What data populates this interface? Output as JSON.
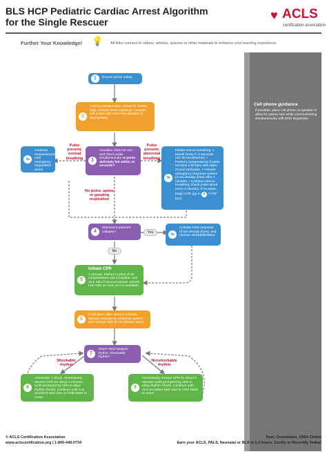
{
  "header": {
    "title_line1": "BLS HCP Pediatric Cardiac Arrest Algorithm",
    "title_line2": "for the Single Rescuer",
    "logo_text": "ACLS",
    "logo_sub": "certification association"
  },
  "further": {
    "label": "Further Your Knowledge!",
    "text": "All links connect to videos, articles, quizzes or other materials to enhance your learning experience."
  },
  "sidebar": {
    "title": "Cell phone guidance",
    "body": "If possible, place cell phone on speaker to allow for parent care while communicating simultaneously with EMS dispatcher."
  },
  "steps": {
    "s1": {
      "num": "1",
      "text": "Ensure scene safety."
    },
    "s2": {
      "num": "2",
      "text": "Child is unresponsive. Shout for nearby help. Activate EMS response, consider cell phone with hand free speaker (if appropriate)."
    },
    "s3": {
      "num": "3",
      "text_a": "Visualize chest for rise and check pulse simultaneously. ",
      "text_b": "Is pulse definitely felt within 10 seconds?"
    },
    "s3a": {
      "num": "3a",
      "text": "Continue reassessment until emergency responders arrive."
    },
    "s3b": {
      "num": "3b",
      "text_a": "Initiate rescue breathing: 1 breath every 2–3 seconds (20–30 breaths/min). • Perform compressions if pulse remains ≤ 60 bpm with signs of poor perfusion. • Activate emergency response system (if not already done) after 2 minutes. • Continue rescue breathing; check pulse about every 2 minutes. If no pulse, begin ",
      "text_b": "CPR (go to ",
      "circle": "5",
      "text_c": "\"CPR\" box)."
    },
    "s4": {
      "num": "4",
      "text": "Witnessed patient's collapse?"
    },
    "s4a": {
      "num": "4a",
      "text": "Activate EMS response (if not already done), and retrieve AED/defibrillator."
    },
    "s5": {
      "num": "5",
      "title": "Initiate CPR",
      "text": "1 rescuer: Perform cycles of 30 compressions and 2 breaths. Use 15:2 ratio if second rescuer arrives. Use AED as soon as it is available."
    },
    "s6": {
      "num": "6",
      "text": "If still alone after about 2 minutes, activate emergency response system and retrieve AED (if not already done)."
    },
    "s7": {
      "num": "7",
      "text": "Attach AED/ analyze rhythm. Shockable rhythm?"
    },
    "s8": {
      "num": "8",
      "text": "Administer 1 shock. Immediately resume CPR for about 2 minutes (until prompted by AED to allow rhythm check). Continue until ALS providers take over or child starts to move."
    },
    "s9": {
      "num": "9",
      "text": "Immediately resume CPR for about 2 minutes (until prompted by AED to allow rhythm check). Continue until ALS providers take over or child starts to move."
    }
  },
  "labels": {
    "pulse_normal": "Pulse present, normal breathing",
    "pulse_abnormal": "Pulse present, abnormal breathing",
    "no_pulse": "No pulse, apnea or gasping respiration",
    "yes": "Yes",
    "no": "No",
    "shockable": "Shockable rhythm",
    "nonshockable": "Nonshockable rhythm"
  },
  "footer": {
    "copyright": "© ACLS Certification Association",
    "contact": "www.aclscertification.org | 1-800-448-0734",
    "tagline": "Fast, Convenient, 100% Online",
    "promo": "Earn your ACLS, PALS, Neonatal or BLS in 1-2 hours. Certify or Recertify Today!"
  },
  "colors": {
    "blue": "#3a8fd1",
    "orange": "#f0a02b",
    "purple": "#8a5db0",
    "green": "#5fb548",
    "red_label": "#c8102e",
    "sidebar_gray": "#767676"
  }
}
